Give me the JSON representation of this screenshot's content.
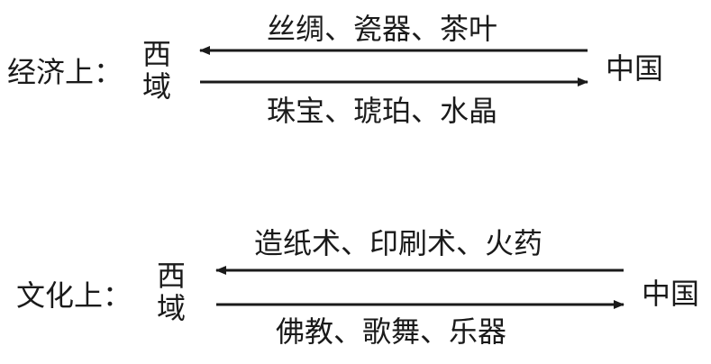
{
  "economy": {
    "category": "经济上：",
    "region_chars": [
      "西",
      "域"
    ],
    "country": "中国",
    "to_region_items": "丝绸、瓷器、茶叶",
    "to_country_items": "珠宝、琥珀、水晶"
  },
  "culture": {
    "category": "文化上：",
    "region_chars": [
      "西",
      "域"
    ],
    "country": "中国",
    "to_region_items": "造纸术、印刷术、火药",
    "to_country_items": "佛教、歌舞、乐器"
  },
  "colors": {
    "text": "#1a1a1a",
    "arrow": "#1a1a1a",
    "background": "#ffffff"
  }
}
